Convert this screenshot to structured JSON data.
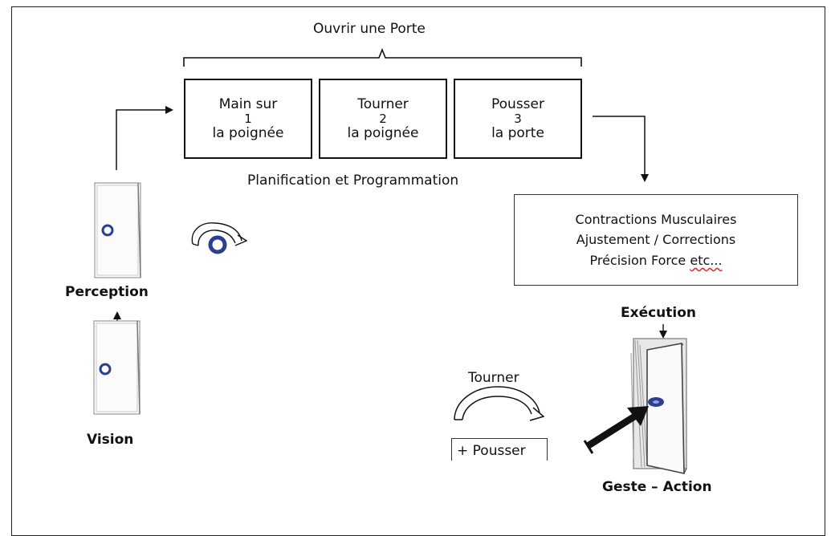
{
  "title": "Ouvrir une Porte",
  "steps": [
    {
      "line1": "Main sur",
      "num": "1",
      "line2": "la poignée"
    },
    {
      "line1": "Tourner",
      "num": "2",
      "line2": "la poignée"
    },
    {
      "line1": "Pousser",
      "num": "3",
      "line2": "la porte"
    }
  ],
  "planning_label": "Planification et Programmation",
  "execution_box": {
    "line1": "Contractions Musculaires",
    "line2": "Ajustement / Corrections",
    "line3_main": "Précision Force ",
    "line3_etc": "etc..."
  },
  "perception_label": "Perception",
  "vision_label": "Vision",
  "execution_label": "Exécution",
  "action_label": "Geste – Action",
  "tourner_label": "Tourner",
  "pousser_label": "+ Pousser",
  "colors": {
    "knob": "#2a3f8f",
    "line": "#111111"
  }
}
